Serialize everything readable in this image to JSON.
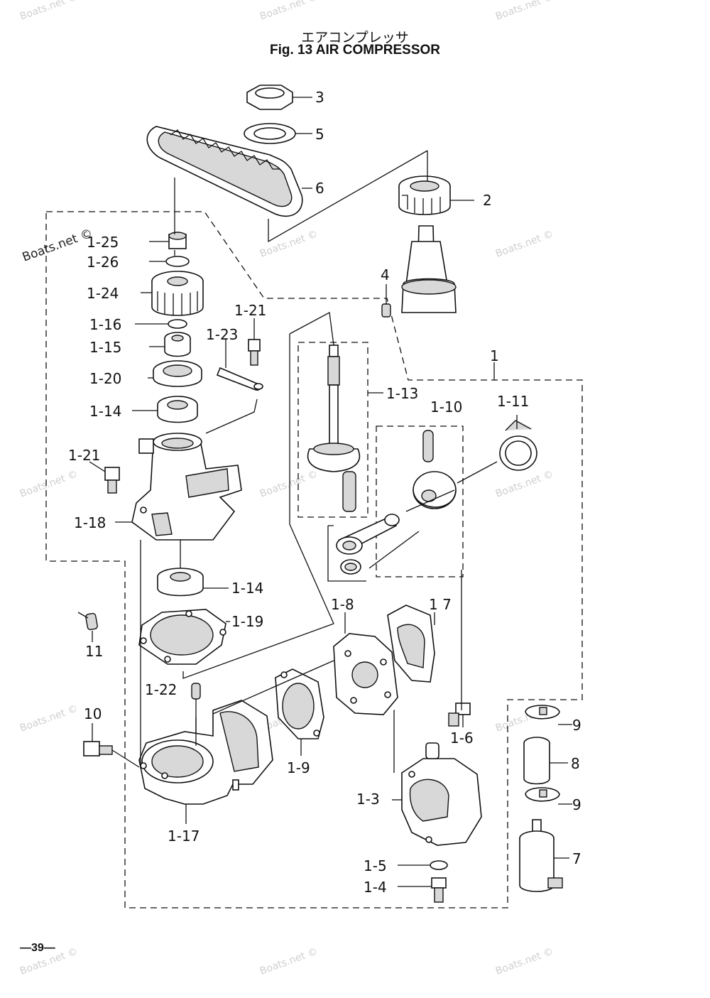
{
  "title": {
    "japanese": "エアコンプレッサ",
    "english": "Fig. 13   AIR COMPRESSOR"
  },
  "page_number": "—39—",
  "watermark": {
    "text": "Boats.net ©",
    "prominent": "Boats.net ©"
  },
  "callouts": {
    "c3": "3",
    "c5": "5",
    "c6": "6",
    "c2": "2",
    "c4": "4",
    "c1": "1",
    "c1_25": "1-25",
    "c1_26": "1-26",
    "c1_24": "1-24",
    "c1_16": "1-16",
    "c1_15": "1-15",
    "c1_20": "1-20",
    "c1_14a": "1-14",
    "c1_21a": "1-21",
    "c1_23": "1-23",
    "c1_21b": "1-21",
    "c1_18": "1-18",
    "c1_13": "1-13",
    "c1_10": "1-10",
    "c1_11": "1-11",
    "c1_14b": "1-14",
    "c1_19": "1-19",
    "c11": "11",
    "c1_8": "1-8",
    "c1_7": "1 7",
    "c1_22": "1-22",
    "c10": "10",
    "c1_9": "1-9",
    "c1_6": "1-6",
    "c1_3": "1-3",
    "c1_17": "1-17",
    "c1_5": "1-5",
    "c1_4": "1-4",
    "c9a": "9",
    "c8": "8",
    "c9b": "9",
    "c7": "7"
  },
  "colors": {
    "line": "#111111",
    "watermark": "#cfcfcf",
    "shade": "#d8d8d8"
  }
}
